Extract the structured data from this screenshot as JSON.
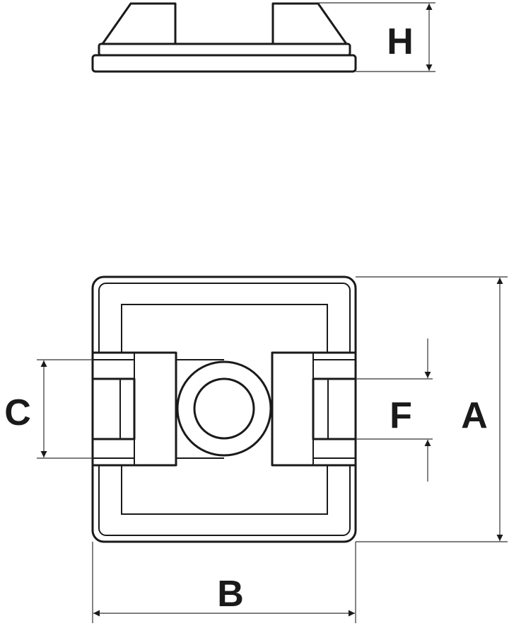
{
  "diagram": {
    "labels": {
      "height": "H",
      "clip_gap": "C",
      "slot_width": "F",
      "length": "A",
      "width": "B"
    },
    "colors": {
      "line": "#1a1a1a",
      "background": "#ffffff"
    }
  }
}
